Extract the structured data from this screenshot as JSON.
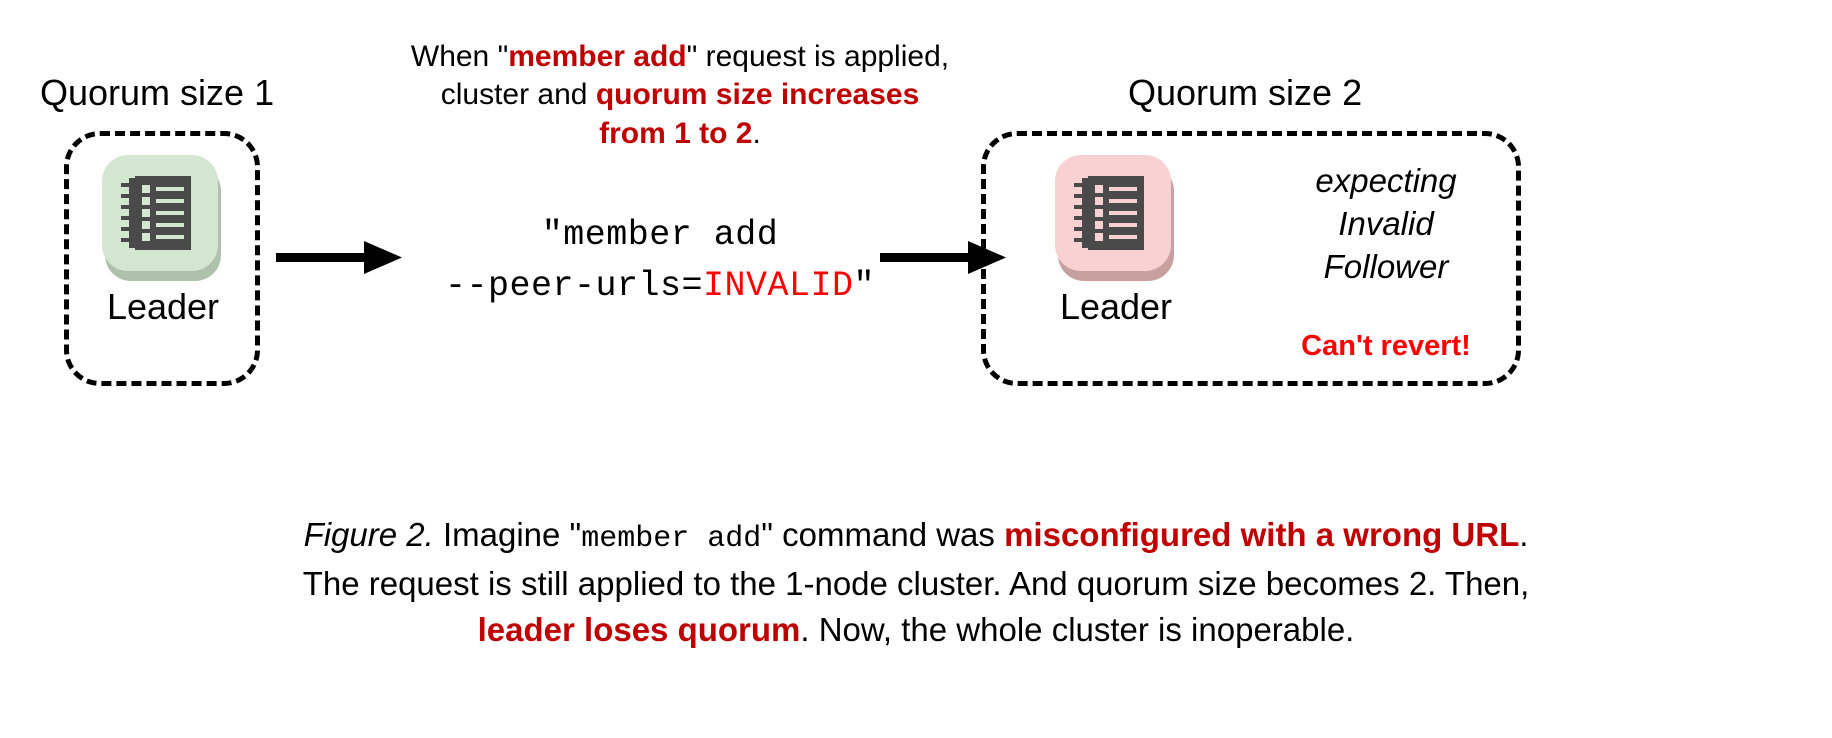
{
  "figure": {
    "top_annotation": {
      "line1_pre": "When \"",
      "line1_hl": "member add",
      "line1_post": "\" request is applied,",
      "line2_pre": "cluster and ",
      "line2_hl": "quorum size increases",
      "line3_hl": "from 1 to 2",
      "line3_post": "."
    },
    "left_cluster": {
      "quorum_label": "Quorum size 1",
      "node_label": "Leader",
      "node_color": "#D3E6D0",
      "node_shadow_color": "#AEC2AB"
    },
    "right_cluster": {
      "quorum_label": "Quorum size 2",
      "node_label": "Leader",
      "node_color": "#F8D2D2",
      "node_shadow_color": "#C9A0A0",
      "status_line1": "expecting",
      "status_line2": "Invalid",
      "status_line3": "Follower",
      "warning": "Can't revert!",
      "warning_color": "#FF0000"
    },
    "command": {
      "line1": "\"member add",
      "line2_pre": "--peer-urls=",
      "line2_hl": "INVALID",
      "line2_post": "\"",
      "highlight_color": "#FF0000"
    },
    "caption": {
      "fig_number": "Figure 2.",
      "seg1": " Imagine \"",
      "seg2_mono": "member add",
      "seg3": "\" command was ",
      "seg4_hl": "misconfigured with a wrong URL",
      "seg5": ".",
      "seg6": "The request is still applied to the 1-node cluster. And quorum size becomes 2. Then,",
      "seg7_hl": "leader loses quorum",
      "seg8": ". Now, the whole cluster is inoperable.",
      "highlight_color": "#C00000"
    },
    "icons": {
      "server": "server-rack-icon",
      "arrow": "arrow-right-icon"
    }
  }
}
